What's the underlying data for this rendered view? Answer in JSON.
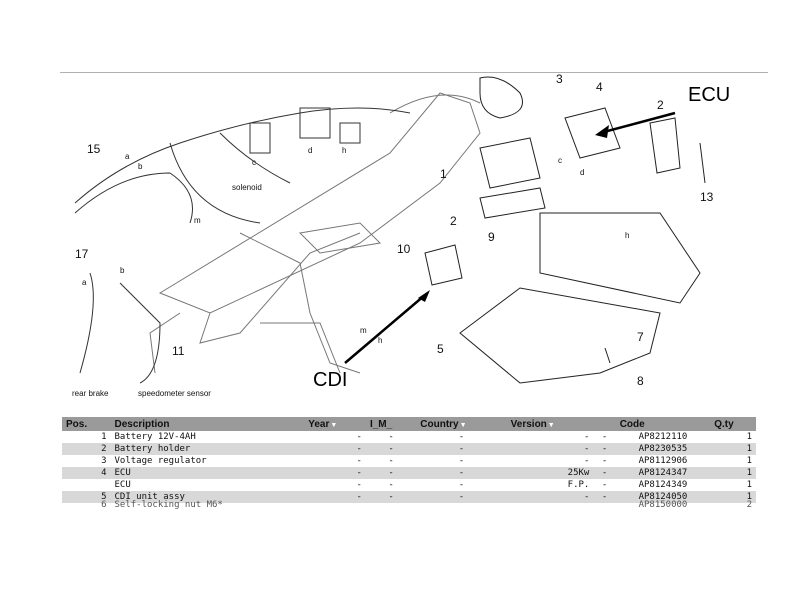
{
  "callouts": {
    "ecu": "ECU",
    "cdi": "CDI"
  },
  "diagram_labels": {
    "n15": "15",
    "n17": "17",
    "n11": "11",
    "n10": "10",
    "n9": "9",
    "n5": "5",
    "n1": "1",
    "n2a": "2",
    "n3": "3",
    "n4": "4",
    "n2b": "2",
    "n13": "13",
    "n7": "7",
    "n8": "8",
    "a1": "a",
    "b1": "b",
    "c1": "c",
    "d1": "d",
    "h1": "h",
    "m1": "m",
    "a2": "a",
    "b2": "b",
    "c2": "c",
    "d2": "d",
    "h2": "h",
    "m2": "m",
    "h3": "h",
    "solenoid": "solenoid",
    "rear_brake": "rear brake",
    "speedo": "speedometer sensor"
  },
  "table": {
    "headers": {
      "pos": "Pos.",
      "desc": "Description",
      "year": "Year",
      "im": "I_M_",
      "country": "Country",
      "version": "Version",
      "code": "Code",
      "qty": "Q.ty"
    },
    "rows": [
      {
        "pos": "1",
        "desc": "Battery 12V-4AH",
        "year": "-",
        "im": "-",
        "country": "-",
        "version": "-",
        "extra": "-",
        "code": "AP8212110",
        "qty": "1"
      },
      {
        "pos": "2",
        "desc": "Battery holder",
        "year": "-",
        "im": "-",
        "country": "-",
        "version": "-",
        "extra": "-",
        "code": "AP8230535",
        "qty": "1"
      },
      {
        "pos": "3",
        "desc": "Voltage regulator",
        "year": "-",
        "im": "-",
        "country": "-",
        "version": "-",
        "extra": "-",
        "code": "AP8112906",
        "qty": "1"
      },
      {
        "pos": "4",
        "desc": "ECU",
        "year": "-",
        "im": "-",
        "country": "-",
        "version": "25Kw",
        "extra": "-",
        "code": "AP8124347",
        "qty": "1"
      },
      {
        "pos": "",
        "desc": "ECU",
        "year": "-",
        "im": "-",
        "country": "-",
        "version": "F.P.",
        "extra": "-",
        "code": "AP8124349",
        "qty": "1"
      },
      {
        "pos": "5",
        "desc": "CDI unit assy",
        "year": "-",
        "im": "-",
        "country": "-",
        "version": "-",
        "extra": "-",
        "code": "AP8124050",
        "qty": "1"
      },
      {
        "pos": "6",
        "desc": "Self-locking nut M6*",
        "year": "",
        "im": "",
        "country": "",
        "version": "",
        "extra": "",
        "code": "AP8150000",
        "qty": "2"
      }
    ]
  }
}
